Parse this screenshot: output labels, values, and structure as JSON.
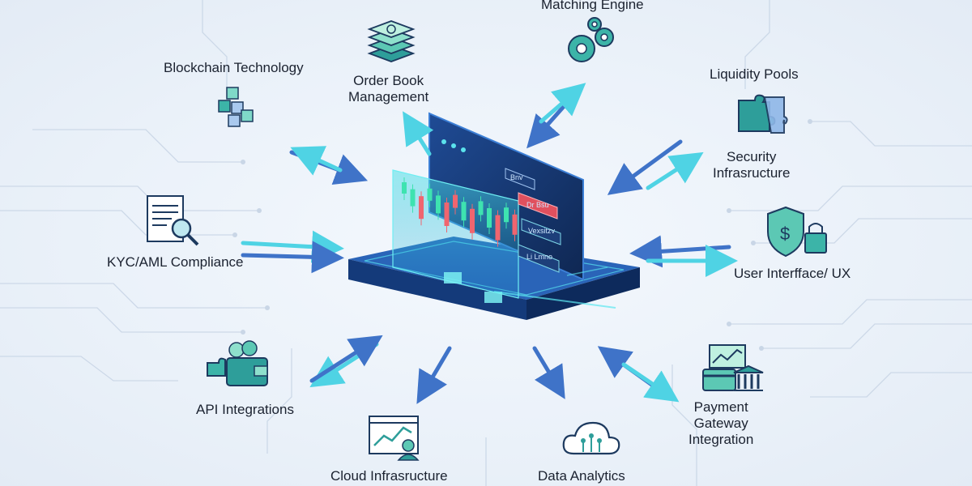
{
  "diagram": {
    "nodes": [
      {
        "id": "blockchain",
        "lines": [
          "Blockchain Technology"
        ],
        "icon": "blockchain-cubes-icon"
      },
      {
        "id": "orderbook",
        "lines": [
          "Order Book",
          "Management"
        ],
        "icon": "stacked-coins-icon"
      },
      {
        "id": "matching",
        "lines": [
          "Matching Engine"
        ],
        "icon": "gears-icon"
      },
      {
        "id": "liquidity",
        "lines": [
          "Liquidity Pools"
        ],
        "icon": "puzzle-icon"
      },
      {
        "id": "security",
        "lines": [
          "Security",
          "Infrasructure"
        ],
        "icon": "none"
      },
      {
        "id": "kyc",
        "lines": [
          "KYC/AML Compliance"
        ],
        "icon": "document-magnifier-icon"
      },
      {
        "id": "ux",
        "lines": [
          "User Interfface/ UX"
        ],
        "icon": "shield-lock-icon"
      },
      {
        "id": "api",
        "lines": [
          "API Integrations"
        ],
        "icon": "wallet-puzzle-icon"
      },
      {
        "id": "payment",
        "lines": [
          "Payment",
          "Gateway",
          "Integration"
        ],
        "icon": "card-bank-icon"
      },
      {
        "id": "cloud",
        "lines": [
          "Cloud Infrasructure"
        ],
        "icon": "chart-user-icon"
      },
      {
        "id": "analytics",
        "lines": [
          "Data Analytics"
        ],
        "icon": "cloud-icon"
      }
    ],
    "screen_buttons": [
      "Bnv",
      "Dr Bsu",
      "Vexsitzv",
      "Li Lmno"
    ],
    "colors": {
      "arrow_blue": "#3f73c8",
      "arrow_cyan": "#4fd3e4",
      "icon_teal": "#2e9e9a",
      "icon_navy": "#1d3a5f",
      "platform_dark": "#163a77",
      "candle_green": "#3ee3b0",
      "candle_red": "#f0656f"
    }
  }
}
